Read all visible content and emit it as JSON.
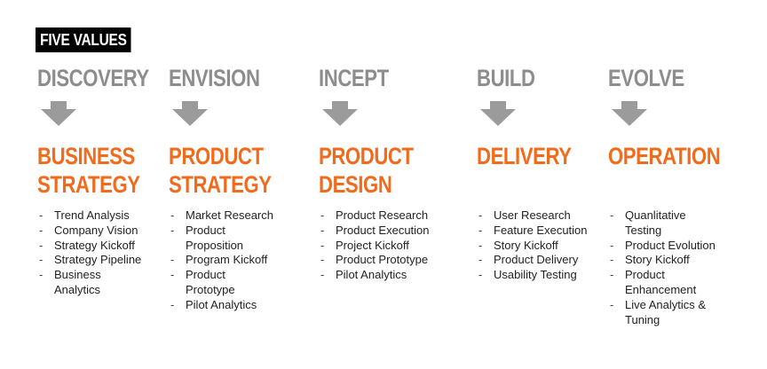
{
  "badge": "FIVE VALUES",
  "columns": [
    {
      "stage": "DISCOVERY",
      "title_lines": [
        "BUSINESS",
        "STRATEGY"
      ],
      "items": [
        [
          "Trend Analysis"
        ],
        [
          "Company Vision"
        ],
        [
          "Strategy Kickoff"
        ],
        [
          "Strategy Pipeline"
        ],
        [
          "Business",
          "Analytics"
        ]
      ]
    },
    {
      "stage": "ENVISION",
      "title_lines": [
        "PRODUCT",
        "STRATEGY"
      ],
      "items": [
        [
          "Market Research"
        ],
        [
          "Product",
          "Proposition"
        ],
        [
          "Program Kickoff"
        ],
        [
          "Product",
          "Prototype"
        ],
        [
          "Pilot Analytics"
        ]
      ]
    },
    {
      "stage": "INCEPT",
      "title_lines": [
        "PRODUCT",
        "DESIGN"
      ],
      "items": [
        [
          "Product Research"
        ],
        [
          "Product Execution"
        ],
        [
          "Project Kickoff"
        ],
        [
          "Product Prototype"
        ],
        [
          "Pilot Analytics"
        ]
      ]
    },
    {
      "stage": "BUILD",
      "title_lines": [
        "DELIVERY"
      ],
      "items": [
        [
          "User Research"
        ],
        [
          "Feature Execution"
        ],
        [
          "Story Kickoff"
        ],
        [
          "Product Delivery"
        ],
        [
          "Usability Testing"
        ]
      ]
    },
    {
      "stage": "EVOLVE",
      "title_lines": [
        "OPERATION"
      ],
      "items": [
        [
          "Quanlitative",
          "Testing"
        ],
        [
          "Product Evolution"
        ],
        [
          "Story Kickoff"
        ],
        [
          "Product",
          "Enhancement"
        ],
        [
          "Live Analytics &",
          "Tuning"
        ]
      ]
    }
  ],
  "colors": {
    "stage": "#8d8d8d",
    "value_title": "#f26a1b",
    "arrow": "#9b9b9b",
    "badge_bg": "#000000",
    "badge_text": "#ffffff"
  }
}
